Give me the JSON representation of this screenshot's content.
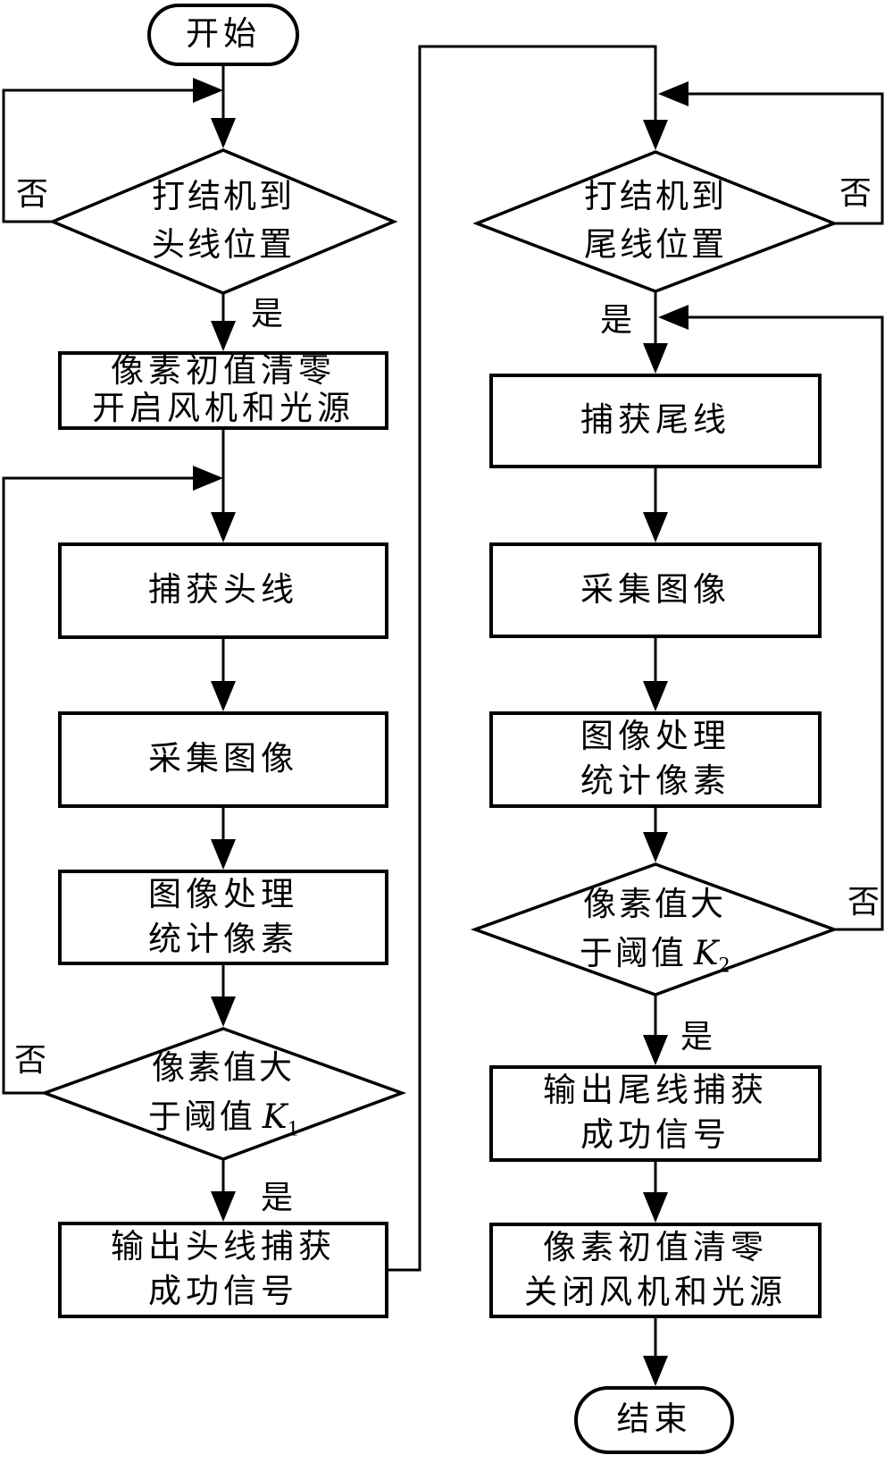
{
  "flowchart": {
    "branch_labels": {
      "yes": "是",
      "no": "否"
    },
    "left": {
      "start": {
        "text": "开始"
      },
      "decision_head_position": {
        "line1": "打结机到",
        "line2": "头线位置"
      },
      "init": {
        "line1": "像素初值清零",
        "line2": "开启风机和光源"
      },
      "capture": {
        "text": "捕获头线"
      },
      "acquire": {
        "text": "采集图像"
      },
      "process": {
        "line1": "图像处理",
        "line2": "统计像素"
      },
      "decision_threshold": {
        "line1": "像素值大",
        "prefix": "于阈值",
        "symbol": "K",
        "subscript": "1"
      },
      "output": {
        "line1": "输出头线捕获",
        "line2": "成功信号"
      }
    },
    "right": {
      "decision_tail_position": {
        "line1": "打结机到",
        "line2": "尾线位置"
      },
      "capture": {
        "text": "捕获尾线"
      },
      "acquire": {
        "text": "采集图像"
      },
      "process": {
        "line1": "图像处理",
        "line2": "统计像素"
      },
      "decision_threshold": {
        "line1": "像素值大",
        "prefix": "于阈值",
        "symbol": "K",
        "subscript": "2"
      },
      "output": {
        "line1": "输出尾线捕获",
        "line2": "成功信号"
      },
      "shutdown": {
        "line1": "像素初值清零",
        "line2": "关闭风机和光源"
      },
      "end": {
        "text": "结束"
      }
    }
  }
}
